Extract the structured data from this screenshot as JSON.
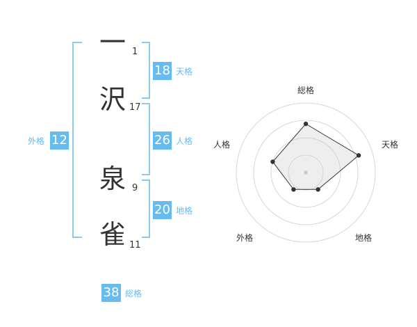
{
  "name": {
    "characters": [
      {
        "char": "一",
        "strokes": "1"
      },
      {
        "char": "沢",
        "strokes": "17"
      },
      {
        "char": "泉",
        "strokes": "9"
      },
      {
        "char": "雀",
        "strokes": "11"
      }
    ]
  },
  "fortunes": {
    "ten": {
      "value": "18",
      "label": "天格"
    },
    "jin": {
      "value": "26",
      "label": "人格"
    },
    "chi": {
      "value": "20",
      "label": "地格"
    },
    "gai": {
      "value": "12",
      "label": "外格"
    },
    "so": {
      "value": "38",
      "label": "総格"
    }
  },
  "colors": {
    "accent": "#66bbf0",
    "bracket": "#8ccaf2",
    "text": "#333333"
  },
  "chart_data": {
    "type": "radar",
    "axes": [
      "総格",
      "天格",
      "地格",
      "外格",
      "人格"
    ],
    "values": [
      0.7,
      0.8,
      0.3,
      0.3,
      0.5
    ],
    "scale": {
      "min": 0,
      "max": 1,
      "rings": 4
    }
  }
}
